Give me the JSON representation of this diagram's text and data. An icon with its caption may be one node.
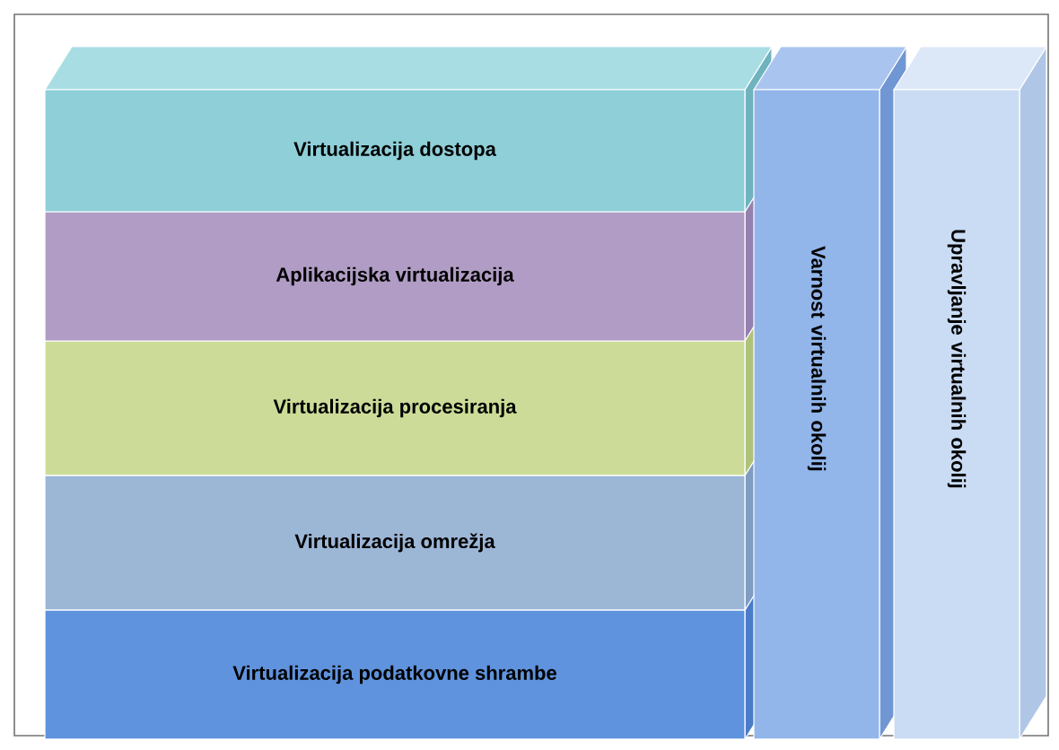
{
  "diagram": {
    "nodes": [
      {
        "text": [
          "Virtualizacija dostopa"
        ]
      },
      {
        "text": [
          "Aplikacijska virtualizacija"
        ]
      },
      {
        "text": [
          "Virtualizacija procesiranja"
        ]
      },
      {
        "text": [
          "Virtualizacija omrežja"
        ]
      },
      {
        "text": [
          "Virtualizacija podatkovne shrambe"
        ]
      },
      {
        "text": [
          "Varnost virtualnih okolij"
        ]
      },
      {
        "text": [
          "Upravljanje virtualnih okolij"
        ]
      }
    ]
  }
}
